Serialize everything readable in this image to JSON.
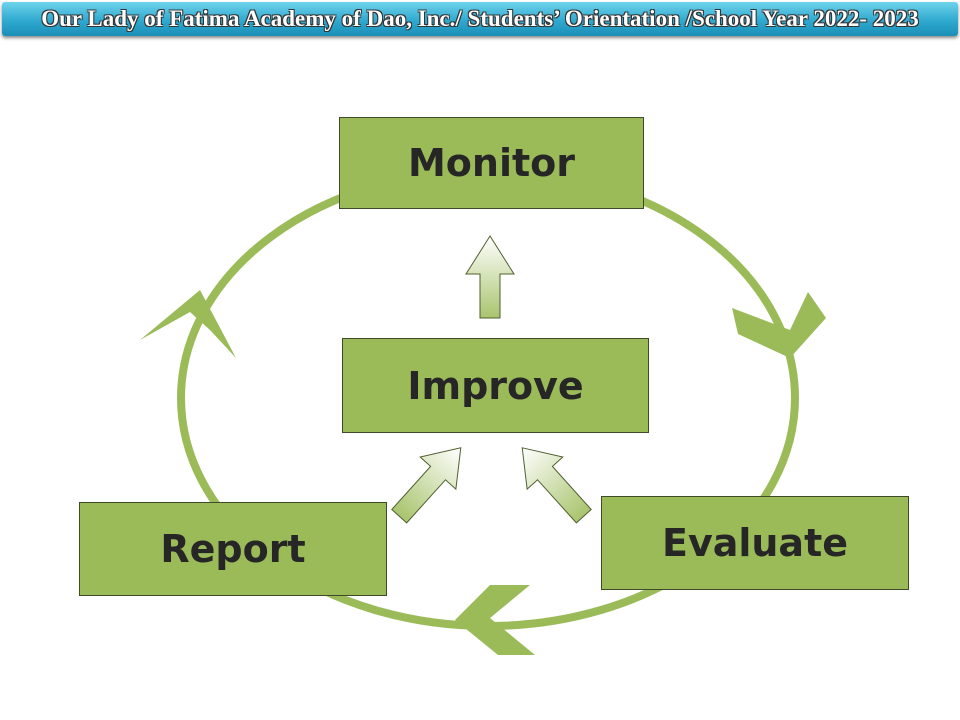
{
  "header": {
    "title": "Our Lady of Fatima Academy of Dao, Inc./ Students’ Orientation /School Year 2022- 2023"
  },
  "diagram": {
    "nodes": {
      "monitor": "Monitor",
      "improve": "Improve",
      "report": "Report",
      "evaluate": "Evaluate"
    },
    "cycle_order": [
      "Monitor",
      "Evaluate",
      "Report",
      "Monitor"
    ],
    "center_inputs": [
      "Report",
      "Evaluate"
    ],
    "center_output": "Monitor"
  },
  "colors": {
    "accent": "#9bbb59",
    "header": "#2fa9cf",
    "text": "#262626"
  }
}
